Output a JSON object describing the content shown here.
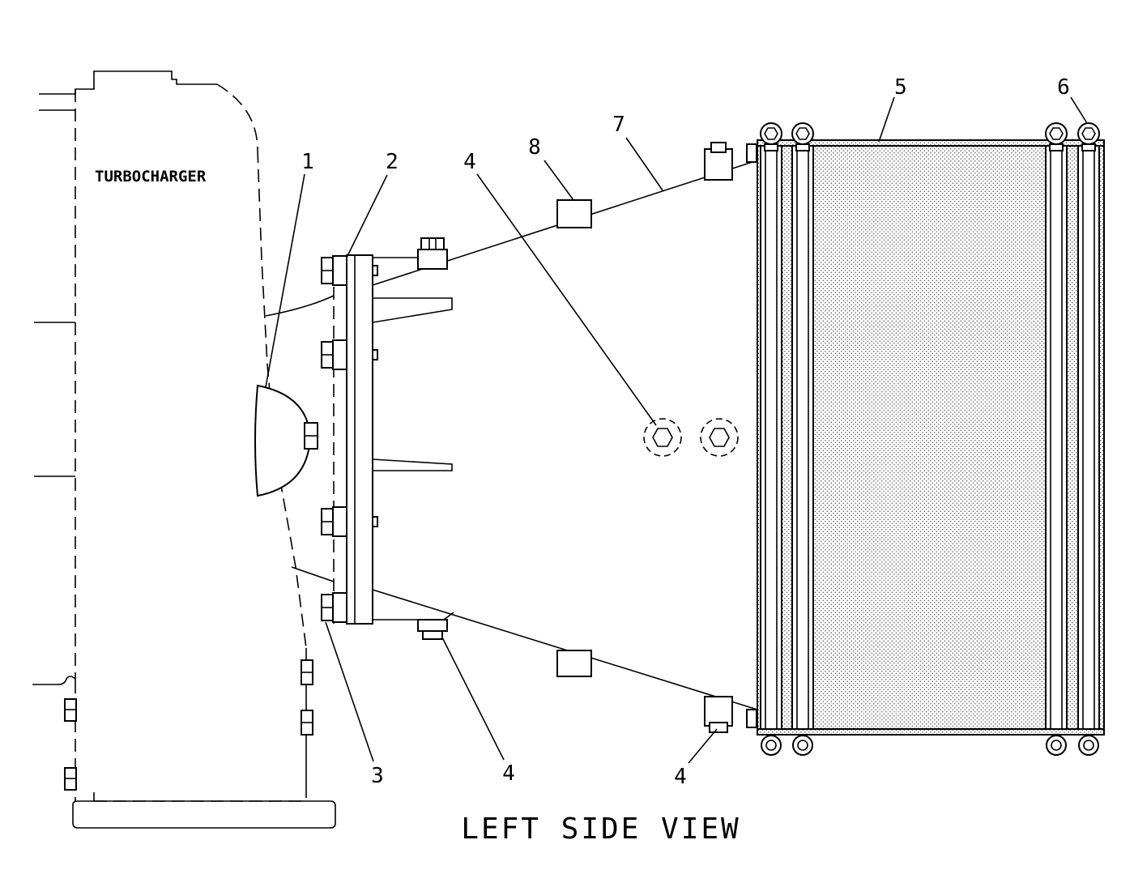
{
  "diagram": {
    "component_label": "TURBOCHARGER",
    "view_title": "LEFT SIDE VIEW",
    "callouts": [
      "1",
      "2",
      "3",
      "4",
      "4",
      "4",
      "5",
      "6",
      "7",
      "8"
    ]
  }
}
